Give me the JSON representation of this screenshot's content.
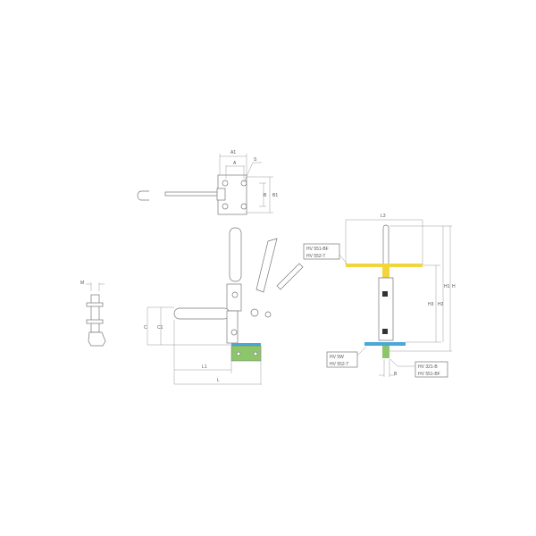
{
  "colors": {
    "yellow": "#f2d53a",
    "blue": "#4aa8d8",
    "green": "#8cc56a",
    "line": "#777777"
  },
  "top_view": {
    "labels": {
      "a1": "A1",
      "a": "A",
      "s": "S",
      "b": "B",
      "b1": "B1"
    }
  },
  "bolt_view": {
    "labels": {
      "m": "M"
    }
  },
  "side_view": {
    "labels": {
      "c": "C",
      "c1": "C1",
      "l1": "L1",
      "l": "L"
    }
  },
  "front_view": {
    "labels": {
      "l3": "L3",
      "h": "H",
      "h1": "H1",
      "h2": "H2",
      "h3": "H3",
      "b": "B"
    },
    "callouts": [
      {
        "line1": "HV 551-BF",
        "line2": "HV 552-T"
      },
      {
        "line1": "HV 5W",
        "line2": "HV 552-T"
      },
      {
        "line1": "HV 321-B",
        "line2": "HV 551-BF"
      }
    ]
  }
}
